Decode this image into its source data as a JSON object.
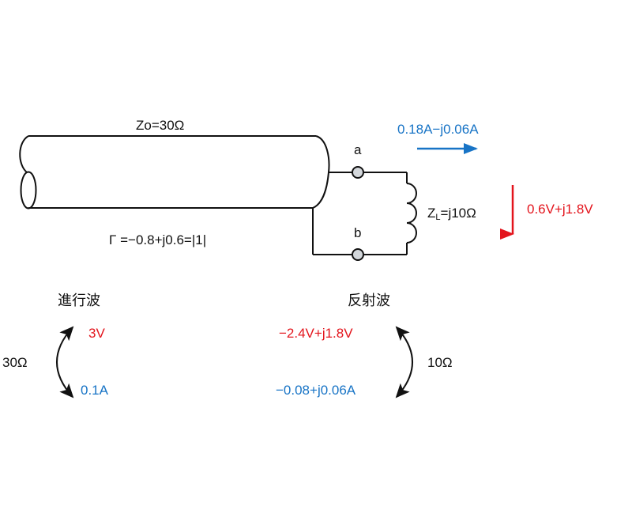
{
  "colors": {
    "current": "#1874c6",
    "voltage": "#e3141c",
    "line": "#111111",
    "terminal_fill": "#d4d8dc"
  },
  "line": {
    "impedance_label": "Zo=30Ω",
    "reflection_label": "Γ =−0.8+j0.6=|1|"
  },
  "terminals": {
    "a": "a",
    "b": "b"
  },
  "load": {
    "label_main": "Z",
    "label_sub": "L",
    "label_rest": "=j10Ω"
  },
  "load_current": {
    "label": "0.18A−j0.06A",
    "direction": "right"
  },
  "load_voltage": {
    "label": "0.6V+j1.8V",
    "direction": "up"
  },
  "incident_wave": {
    "title": "進行波",
    "voltage": "3V",
    "current": "0.1A",
    "impedance": "30Ω"
  },
  "reflected_wave": {
    "title": "反射波",
    "voltage": "−2.4V+j1.8V",
    "current": "−0.08+j0.06A",
    "impedance": "10Ω"
  }
}
